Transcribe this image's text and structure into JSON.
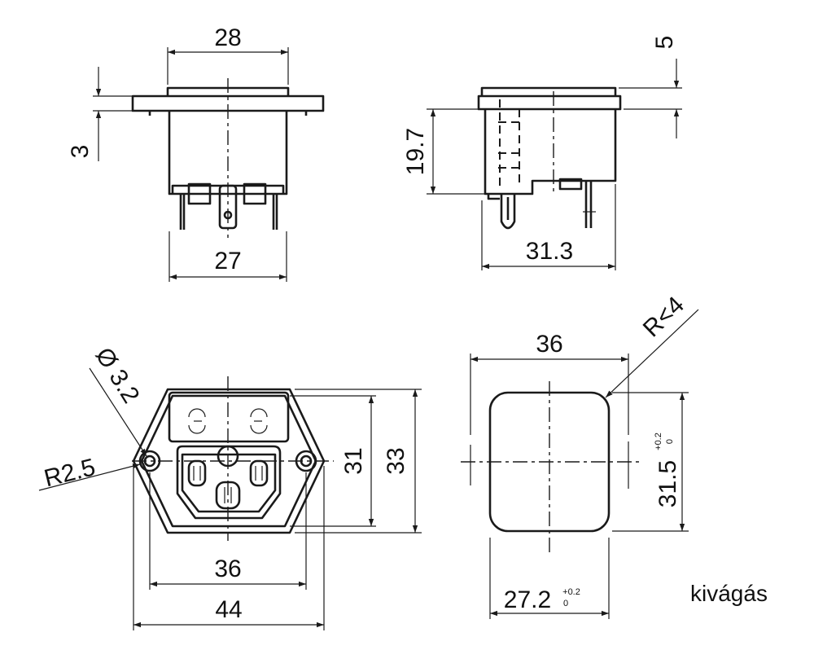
{
  "views": {
    "front": {
      "dim_top": "28",
      "dim_bottom": "27",
      "dim_flange": "3"
    },
    "side": {
      "dim_top": "5",
      "dim_height": "19.7",
      "dim_width": "31.3"
    },
    "socket": {
      "dim_hole_diameter": "Ø 3.2",
      "dim_radius": "R2.5",
      "dim_inner_height": "31",
      "dim_outer_height": "33",
      "dim_inner_width": "36",
      "dim_outer_width": "44"
    },
    "cutout": {
      "dim_top": "36",
      "dim_radius": "R<4",
      "dim_height": "31.5",
      "dim_height_tol_upper": "+0.2",
      "dim_height_tol_lower": "0",
      "dim_width": "27.2",
      "dim_width_tol_upper": "+0.2",
      "dim_width_tol_lower": "0",
      "label": "kivágás"
    }
  }
}
